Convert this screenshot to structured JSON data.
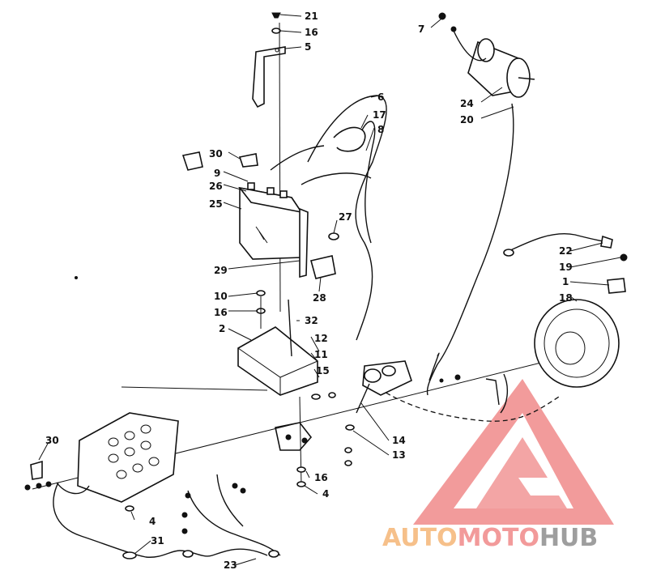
{
  "diagram": {
    "callouts": [
      {
        "id": "c21",
        "text": "21"
      },
      {
        "id": "c16a",
        "text": "16"
      },
      {
        "id": "c5",
        "text": "5"
      },
      {
        "id": "c7",
        "text": "7"
      },
      {
        "id": "c6",
        "text": "6"
      },
      {
        "id": "c17",
        "text": "17"
      },
      {
        "id": "c8",
        "text": "8"
      },
      {
        "id": "c24",
        "text": "24"
      },
      {
        "id": "c20",
        "text": "20"
      },
      {
        "id": "c30a",
        "text": "30"
      },
      {
        "id": "c9",
        "text": "9"
      },
      {
        "id": "c26",
        "text": "26"
      },
      {
        "id": "c25",
        "text": "25"
      },
      {
        "id": "c27",
        "text": "27"
      },
      {
        "id": "c29",
        "text": "29"
      },
      {
        "id": "c28",
        "text": "28"
      },
      {
        "id": "c22",
        "text": "22"
      },
      {
        "id": "c19",
        "text": "19"
      },
      {
        "id": "c1",
        "text": "1"
      },
      {
        "id": "c18",
        "text": "18"
      },
      {
        "id": "c10",
        "text": "10"
      },
      {
        "id": "c16b",
        "text": "16"
      },
      {
        "id": "c32",
        "text": "32"
      },
      {
        "id": "c2",
        "text": "2"
      },
      {
        "id": "c12",
        "text": "12"
      },
      {
        "id": "c11",
        "text": "11"
      },
      {
        "id": "c15",
        "text": "15"
      },
      {
        "id": "c14",
        "text": "14"
      },
      {
        "id": "c13",
        "text": "13"
      },
      {
        "id": "c30b",
        "text": "30"
      },
      {
        "id": "c16c",
        "text": "16"
      },
      {
        "id": "c4a",
        "text": "4"
      },
      {
        "id": "c4b",
        "text": "4"
      },
      {
        "id": "c31",
        "text": "31"
      },
      {
        "id": "c23",
        "text": "23"
      }
    ]
  },
  "watermark": {
    "part1": "AUTO",
    "part2": "MOTO",
    "part3": "HUB",
    "color_auto": "#f6c08a",
    "color_moto": "#f29a9a",
    "color_hub": "#9e9e9e",
    "logo_color": "#f08a8a"
  }
}
